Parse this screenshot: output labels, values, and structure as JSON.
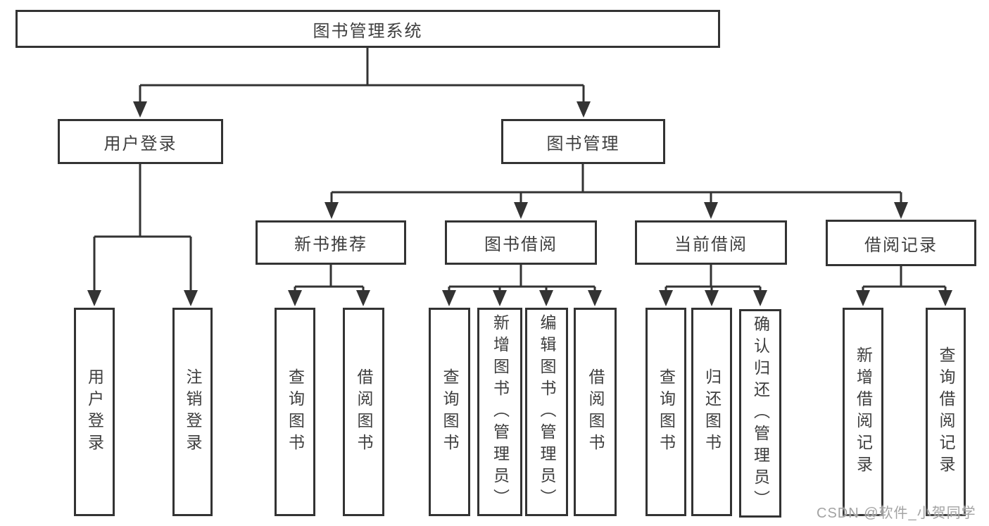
{
  "tree": {
    "label": "图书管理系统",
    "children": [
      {
        "label": "用户登录",
        "children": [
          {
            "label": "用户登录"
          },
          {
            "label": "注销登录"
          }
        ]
      },
      {
        "label": "图书管理",
        "children": [
          {
            "label": "新书推荐",
            "children": [
              {
                "label": "查询图书"
              },
              {
                "label": "借阅图书"
              }
            ]
          },
          {
            "label": "图书借阅",
            "children": [
              {
                "label": "查询图书"
              },
              {
                "label": "新增图书（管理员）"
              },
              {
                "label": "编辑图书（管理员）"
              },
              {
                "label": "借阅图书"
              }
            ]
          },
          {
            "label": "当前借阅",
            "children": [
              {
                "label": "查询图书"
              },
              {
                "label": "归还图书"
              },
              {
                "label": "确认归还（管理员）"
              }
            ]
          },
          {
            "label": "借阅记录",
            "children": [
              {
                "label": "新增借阅记录"
              },
              {
                "label": "查询借阅记录"
              }
            ]
          }
        ]
      }
    ]
  },
  "watermark": {
    "text": "CSDN @软件_小贺同学"
  },
  "colors": {
    "line": "#333333",
    "text": "#3e3e3e",
    "watermark": "#a3a3a3",
    "background": "#ffffff"
  }
}
